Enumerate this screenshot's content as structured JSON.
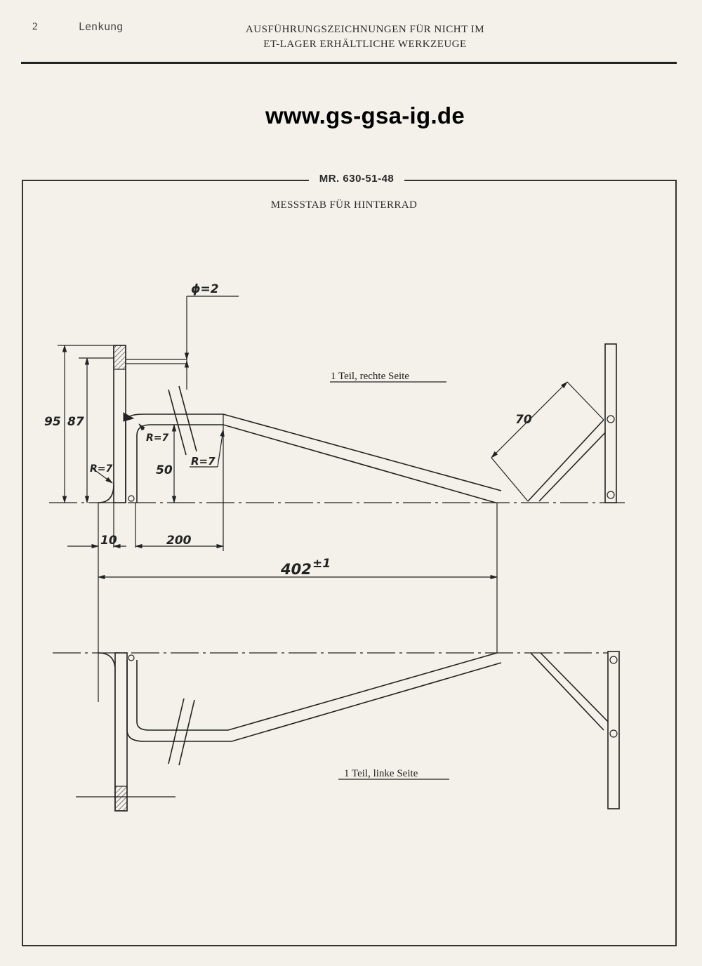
{
  "header": {
    "page_number": "2",
    "section": "Lenkung",
    "title_line1": "AUSFÜHRUNGSZEICHNUNGEN FÜR NICHT IM",
    "title_line2": "ET-LAGER ERHÄLTLICHE WERKZEUGE"
  },
  "website": "www.gs-gsa-ig.de",
  "tool": {
    "number": "MR. 630-51-48",
    "name": "MESSSTAB FÜR HINTERRAD"
  },
  "drawing": {
    "dims": {
      "phi": "ϕ=2",
      "d95": "95",
      "d87": "87",
      "d50": "50",
      "d10": "10",
      "d200": "200",
      "d402": "402",
      "tol": "±1",
      "d70": "70",
      "r1": "R=7",
      "r2": "R=7",
      "r3": "R=7"
    },
    "labels": {
      "right_part": "1 Teil, rechte Seite",
      "left_part": "1 Teil, linke Seite"
    }
  }
}
